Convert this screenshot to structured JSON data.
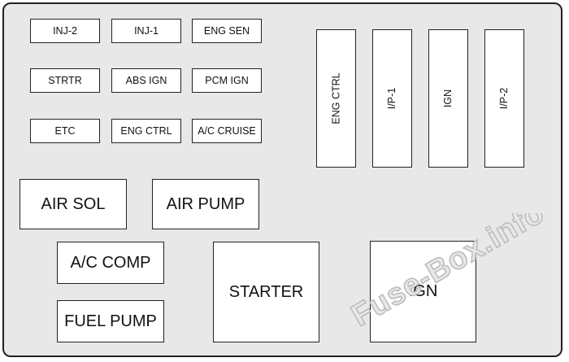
{
  "small_fuses": [
    "INJ-2",
    "INJ-1",
    "ENG SEN",
    "STRTR",
    "ABS IGN",
    "PCM IGN",
    "ETC",
    "ENG CTRL",
    "A/C CRUISE"
  ],
  "vertical_relays": [
    "ENG CTRL",
    "I/P-1",
    "IGN",
    "I/P-2"
  ],
  "relays": [
    "AIR SOL",
    "AIR PUMP",
    "A/C COMP",
    "FUEL PUMP",
    "STARTER",
    "IGN"
  ],
  "watermark": "Fuse-Box.info",
  "colors": {
    "panel": "#e8e8e8",
    "box": "#ffffff",
    "border": "#222222",
    "watermark": "#bdbdbd"
  }
}
